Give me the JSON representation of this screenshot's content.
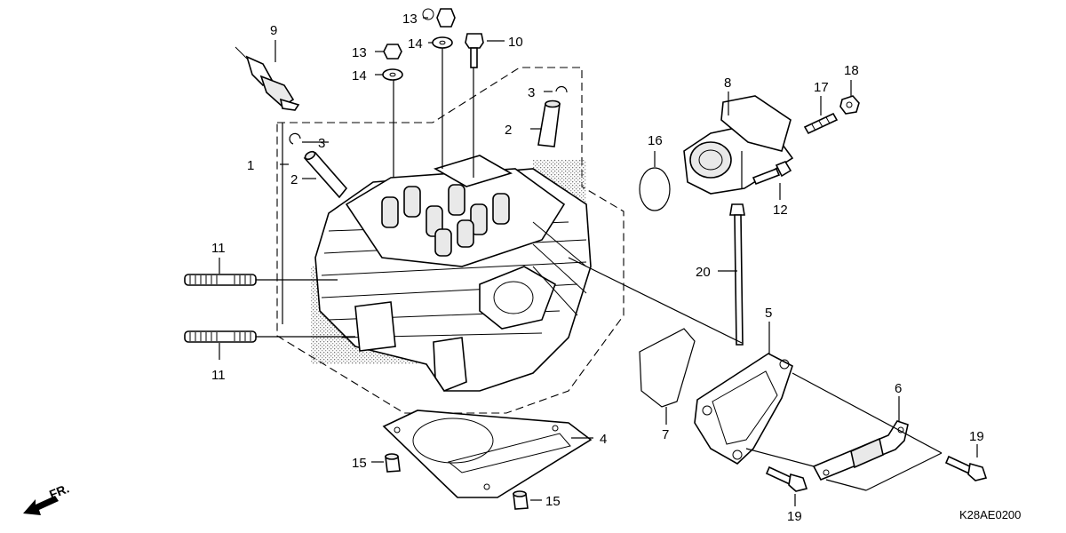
{
  "labels": {
    "l1": "1",
    "l2a": "2",
    "l2b": "2",
    "l3a": "3",
    "l3b": "3",
    "l4": "4",
    "l5": "5",
    "l6": "6",
    "l7": "7",
    "l8": "8",
    "l9": "9",
    "l10": "10",
    "l11a": "11",
    "l11b": "11",
    "l12": "12",
    "l13a": "13",
    "l13b": "13",
    "l14a": "14",
    "l14b": "14",
    "l15a": "15",
    "l15b": "15",
    "l16": "16",
    "l17": "17",
    "l18": "18",
    "l19a": "19",
    "l19b": "19",
    "l20": "20"
  },
  "front_marker": "FR.",
  "diagram_code": "K28AE0200"
}
